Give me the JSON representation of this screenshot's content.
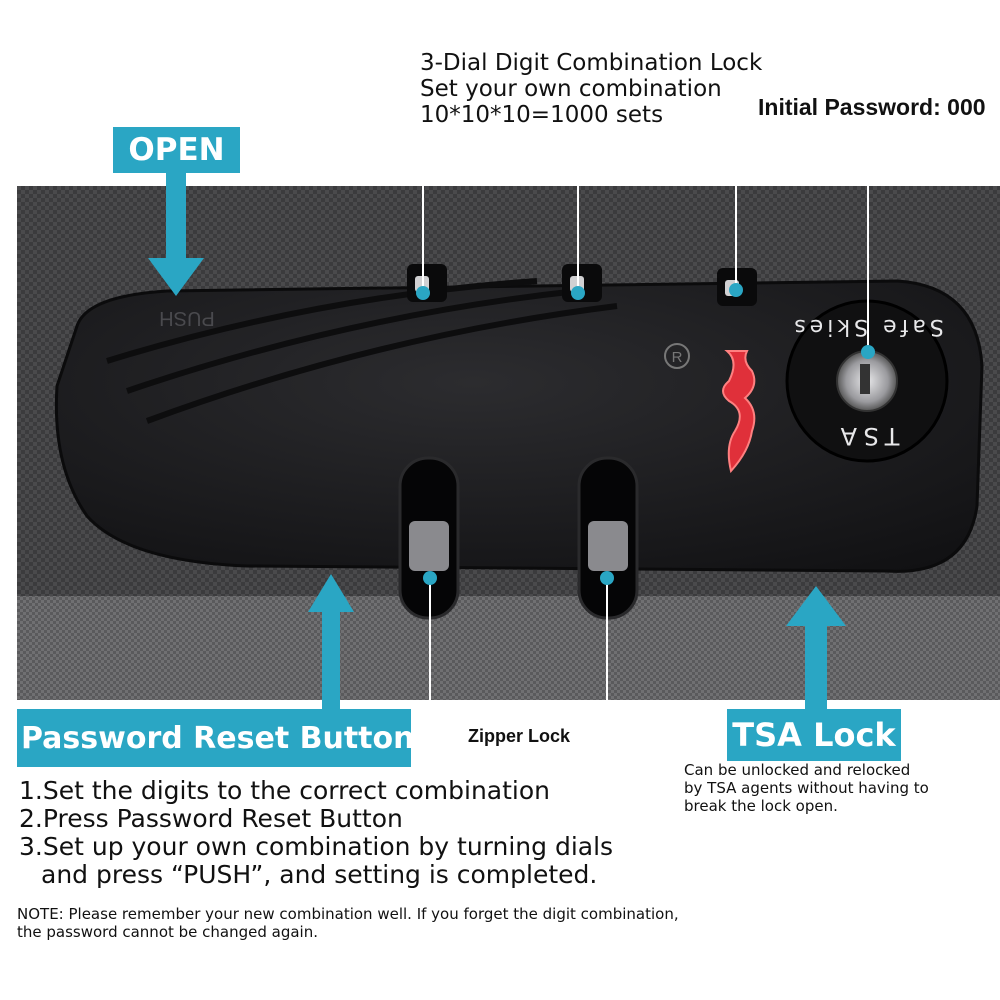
{
  "dial_callout": {
    "line1": "3-Dial Digit Combination Lock",
    "line2": "Set your own combination",
    "line3": "10*10*10=1000 sets"
  },
  "initial_password": "Initial Password: 000",
  "open_label": "OPEN",
  "push_text": "PUSH",
  "brand_text": "Safe Skies",
  "tsa_ring_text": "TSA",
  "registered_mark": "R",
  "reset_label": "Password Reset Button",
  "zipper_label": "Zipper Lock",
  "tsa_label": "TSA Lock",
  "tsa_description": [
    "Can be unlocked and relocked",
    "by TSA agents without having to",
    "break the lock open."
  ],
  "steps": [
    "1.Set the digits to the correct combination",
    "2.Press Password Reset Button",
    "3.Set up your own combination by turning dials",
    "and press “PUSH”, and setting is completed."
  ],
  "note": [
    "NOTE: Please remember your new combination well. If you forget the digit combination,",
    "the password cannot be changed again."
  ],
  "colors": {
    "accent": "#2aa6c4",
    "lock_body": "#1c1c1e",
    "indicator_red": "#e0303a",
    "fabric": "#3a3a3a"
  }
}
